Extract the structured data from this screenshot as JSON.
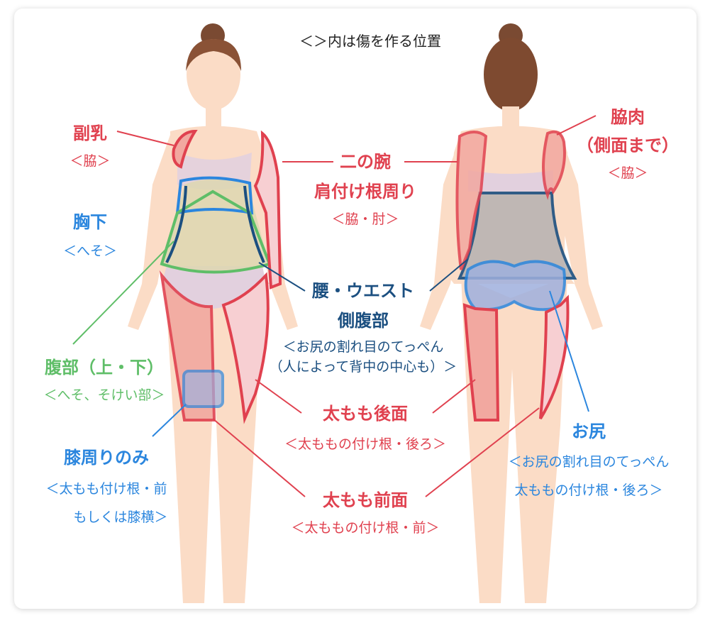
{
  "title": "＜＞内は傷を作る位置",
  "labels": {
    "fukunyu": {
      "name": "副乳",
      "incision": "＜脇＞"
    },
    "kyouka": {
      "name": "胸下",
      "incision": "＜へそ＞"
    },
    "fukubu": {
      "name": "腹部（上・下）",
      "incision": "＜へそ、そけい部＞"
    },
    "hiza": {
      "name": "膝周りのみ",
      "incision_1": "＜太もも付け根・前",
      "incision_2": "もしくは膝横＞"
    },
    "ninoude": {
      "name_1": "二の腕",
      "name_2": "肩付け根周り",
      "incision": "＜脇・肘＞"
    },
    "koshi": {
      "name_1": "腰・ウエスト",
      "name_2": "側腹部",
      "incision_1": "＜お尻の割れ目のてっぺん",
      "incision_2": "（人によって背中の中心も）＞"
    },
    "momo_back": {
      "name": "太もも後面",
      "incision": "＜太ももの付け根・後ろ＞"
    },
    "momo_front": {
      "name": "太もも前面",
      "incision": "＜太ももの付け根・前＞"
    },
    "wakiniku": {
      "name_1": "脇肉",
      "name_2": "（側面まで）",
      "incision": "＜脇＞"
    },
    "oshiri": {
      "name": "お尻",
      "incision_1": "＜お尻の割れ目のてっぺん",
      "incision_2": "太ももの付け根・後ろ＞"
    }
  },
  "colors": {
    "red": "#e0414f",
    "blue": "#2b86de",
    "navy": "#1b4f80",
    "green": "#5fbe68",
    "skin": "#fbdcc6"
  }
}
